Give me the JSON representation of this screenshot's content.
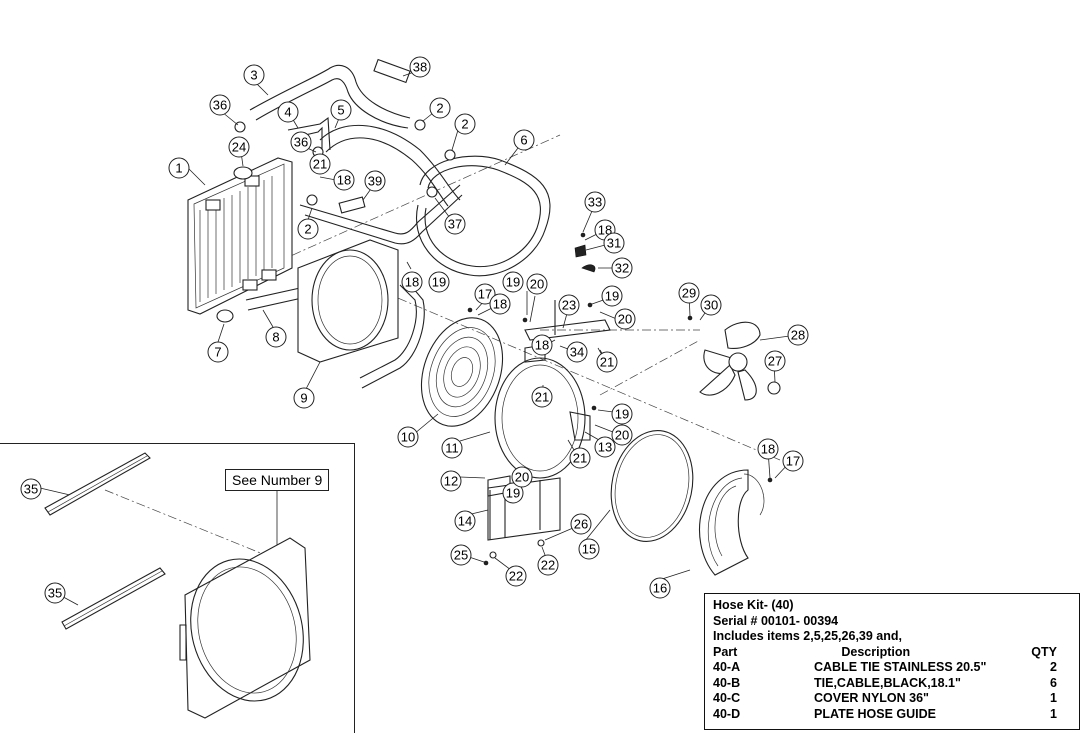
{
  "callouts": [
    {
      "id": "c1",
      "label": "1"
    },
    {
      "id": "c2a",
      "label": "2"
    },
    {
      "id": "c2b",
      "label": "2"
    },
    {
      "id": "c2c",
      "label": "2"
    },
    {
      "id": "c3",
      "label": "3"
    },
    {
      "id": "c4",
      "label": "4"
    },
    {
      "id": "c5",
      "label": "5"
    },
    {
      "id": "c6",
      "label": "6"
    },
    {
      "id": "c7",
      "label": "7"
    },
    {
      "id": "c8",
      "label": "8"
    },
    {
      "id": "c9",
      "label": "9"
    },
    {
      "id": "c10",
      "label": "10"
    },
    {
      "id": "c11",
      "label": "11"
    },
    {
      "id": "c12",
      "label": "12"
    },
    {
      "id": "c13",
      "label": "13"
    },
    {
      "id": "c14",
      "label": "14"
    },
    {
      "id": "c15",
      "label": "15"
    },
    {
      "id": "c16",
      "label": "16"
    },
    {
      "id": "c17a",
      "label": "17"
    },
    {
      "id": "c17b",
      "label": "17"
    },
    {
      "id": "c18a",
      "label": "18"
    },
    {
      "id": "c18b",
      "label": "18"
    },
    {
      "id": "c18c",
      "label": "18"
    },
    {
      "id": "c18d",
      "label": "18"
    },
    {
      "id": "c18e",
      "label": "18"
    },
    {
      "id": "c18f",
      "label": "18"
    },
    {
      "id": "c19a",
      "label": "19"
    },
    {
      "id": "c19b",
      "label": "19"
    },
    {
      "id": "c19c",
      "label": "19"
    },
    {
      "id": "c19d",
      "label": "19"
    },
    {
      "id": "c19e",
      "label": "19"
    },
    {
      "id": "c20a",
      "label": "20"
    },
    {
      "id": "c20b",
      "label": "20"
    },
    {
      "id": "c20c",
      "label": "20"
    },
    {
      "id": "c20d",
      "label": "20"
    },
    {
      "id": "c21a",
      "label": "21"
    },
    {
      "id": "c21b",
      "label": "21"
    },
    {
      "id": "c21c",
      "label": "21"
    },
    {
      "id": "c21d",
      "label": "21"
    },
    {
      "id": "c22a",
      "label": "22"
    },
    {
      "id": "c22b",
      "label": "22"
    },
    {
      "id": "c23",
      "label": "23"
    },
    {
      "id": "c24",
      "label": "24"
    },
    {
      "id": "c25",
      "label": "25"
    },
    {
      "id": "c26",
      "label": "26"
    },
    {
      "id": "c27",
      "label": "27"
    },
    {
      "id": "c28",
      "label": "28"
    },
    {
      "id": "c29",
      "label": "29"
    },
    {
      "id": "c30",
      "label": "30"
    },
    {
      "id": "c31",
      "label": "31"
    },
    {
      "id": "c32",
      "label": "32"
    },
    {
      "id": "c33",
      "label": "33"
    },
    {
      "id": "c34",
      "label": "34"
    },
    {
      "id": "c35a",
      "label": "35"
    },
    {
      "id": "c35b",
      "label": "35"
    },
    {
      "id": "c36a",
      "label": "36"
    },
    {
      "id": "c36b",
      "label": "36"
    },
    {
      "id": "c37",
      "label": "37"
    },
    {
      "id": "c38",
      "label": "38"
    },
    {
      "id": "c39",
      "label": "39"
    }
  ],
  "inset": {
    "see_label": "See Number 9"
  },
  "kit": {
    "title": "Hose Kit- (40)",
    "serial": "Serial # 00101- 00394",
    "includes": "Includes items 2,5,25,26,39 and,",
    "columns": {
      "part": "Part",
      "description": "Description",
      "qty": "QTY"
    },
    "rows": [
      {
        "part": "40-A",
        "description": "CABLE TIE STAINLESS 20.5\"",
        "qty": "2"
      },
      {
        "part": "40-B",
        "description": "TIE,CABLE,BLACK,18.1\"",
        "qty": "6"
      },
      {
        "part": "40-C",
        "description": "COVER NYLON 36\"",
        "qty": "1"
      },
      {
        "part": "40-D",
        "description": "PLATE HOSE GUIDE",
        "qty": "1"
      }
    ]
  }
}
